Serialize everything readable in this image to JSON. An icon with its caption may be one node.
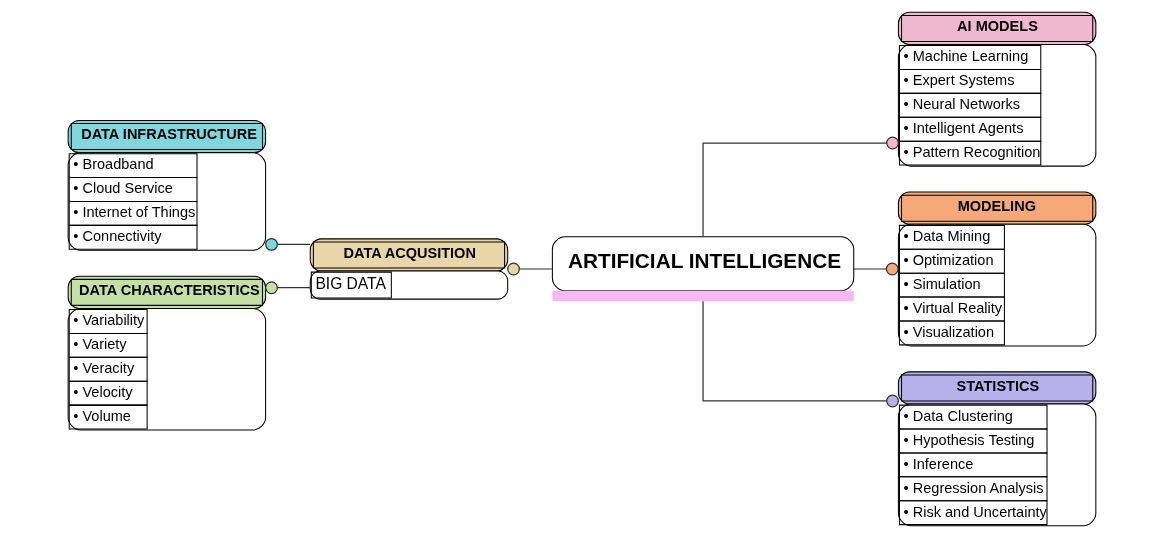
{
  "diagram": {
    "nodes": [
      {
        "text": [
          "DATA INFRASTRUCTURE",
          "• Broadband",
          "• Cloud Service",
          "• Internet of Things",
          "• Connectivity"
        ]
      },
      {
        "text": [
          "DATA CHARACTERISTICS",
          "• Variability",
          "• Variety",
          "• Veracity",
          "• Velocity",
          "• Volume"
        ]
      },
      {
        "text": [
          "DATA ACQUSITION",
          "BIG DATA"
        ]
      },
      {
        "text": [
          "ARTIFICIAL INTELLIGENCE"
        ]
      },
      {
        "text": [
          "AI MODELS",
          "• Machine Learning",
          "• Expert Systems",
          "• Neural Networks",
          "• Intelligent Agents",
          "• Pattern Recognition"
        ]
      },
      {
        "text": [
          "MODELING",
          "• Data Mining",
          "• Optimization",
          "• Simulation",
          "• Virtual Reality",
          "• Visualization"
        ]
      },
      {
        "text": [
          "STATISTICS",
          "• Data Clustering",
          "• Hypothesis Testing",
          "• Inference",
          "• Regression Analysis",
          "• Risk and Uncertainty"
        ]
      }
    ],
    "edges": [
      {
        "from": 0,
        "to": 2,
        "arrow": "other"
      },
      {
        "from": 1,
        "to": 2,
        "arrow": "other"
      },
      {
        "from": 2,
        "to": 3,
        "arrow": "other"
      },
      {
        "from": 4,
        "to": 3,
        "arrow": "other"
      },
      {
        "from": 5,
        "to": 3,
        "arrow": "other"
      },
      {
        "from": 6,
        "to": 3,
        "arrow": "other"
      }
    ]
  }
}
